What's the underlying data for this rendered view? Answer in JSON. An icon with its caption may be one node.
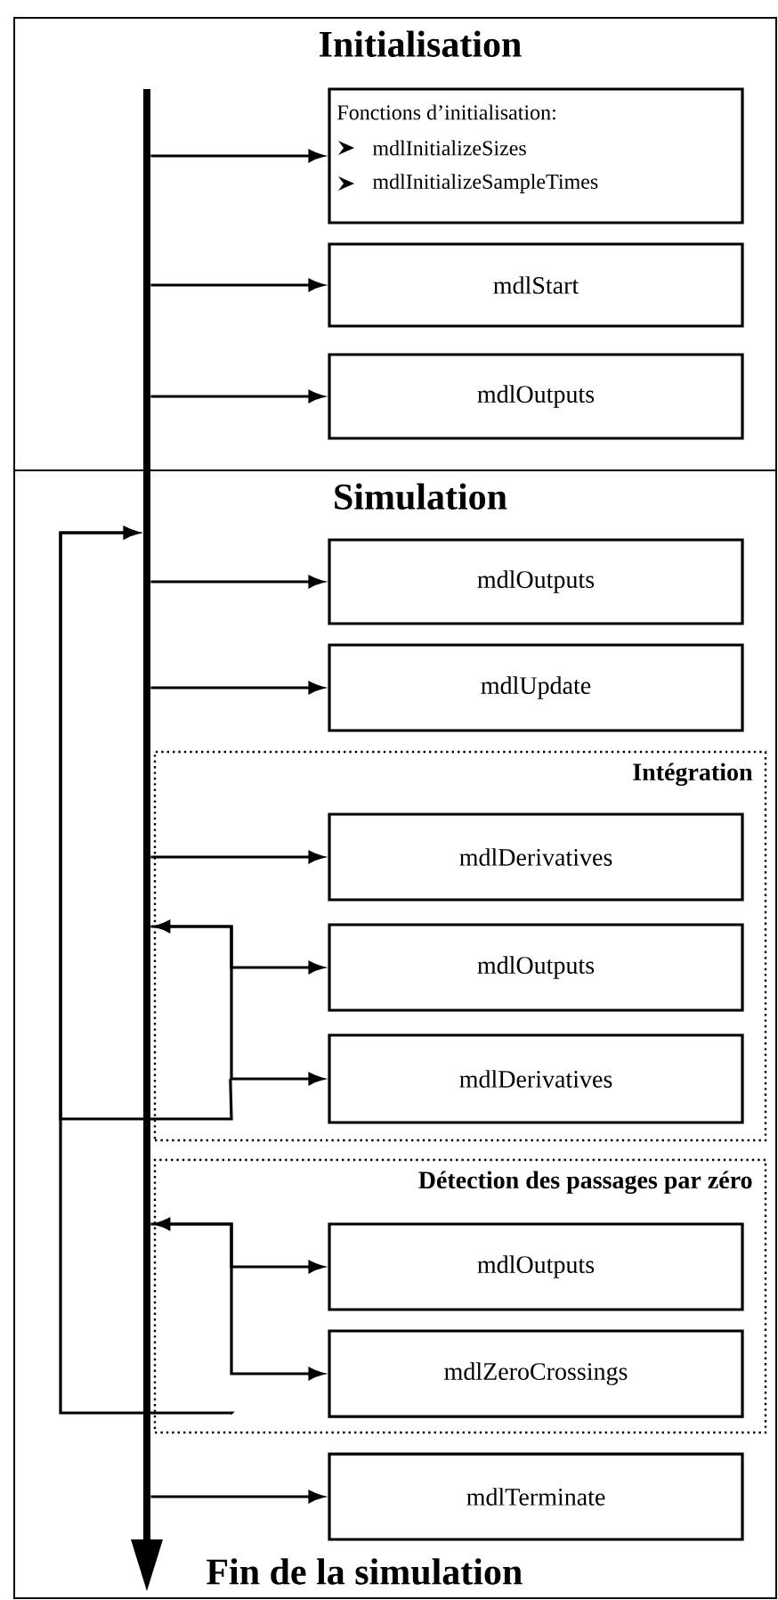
{
  "diagram": {
    "nodes": [
      {
        "text": [
          "Initialisation"
        ]
      },
      {
        "text": [
          "Fonctions d’initialisation:",
          "mdlInitializeSizes",
          "mdlInitializeSampleTimes"
        ],
        "in": 0
      },
      {
        "text": [
          "mdlStart"
        ],
        "in": 0
      },
      {
        "text": [
          "mdlOutputs"
        ],
        "in": 0
      },
      {
        "text": [
          "Simulation"
        ]
      },
      {
        "text": [
          "mdlOutputs"
        ],
        "in": 4
      },
      {
        "text": [
          "mdlUpdate"
        ],
        "in": 4
      },
      {
        "text": [
          "Intégration"
        ],
        "in": 4
      },
      {
        "text": [
          "mdlDerivatives"
        ],
        "in": 7
      },
      {
        "text": [
          "mdlOutputs"
        ],
        "in": 7
      },
      {
        "text": [
          "mdlDerivatives"
        ],
        "in": 7
      },
      {
        "text": [
          "Détection des passages par zéro"
        ],
        "in": 4
      },
      {
        "text": [
          "mdlOutputs"
        ],
        "in": 11
      },
      {
        "text": [
          "mdlZeroCrossings"
        ],
        "in": 11
      },
      {
        "text": [
          "mdlTerminate"
        ],
        "in": 4
      },
      {
        "text": [],
        "shape": "bar"
      }
    ],
    "edges": [
      {
        "from": 15,
        "to": 1,
        "arrow": "to"
      },
      {
        "from": 15,
        "to": 2,
        "arrow": "to"
      },
      {
        "from": 15,
        "to": 3,
        "arrow": "to"
      },
      {
        "from": 15,
        "to": 5,
        "arrow": "to"
      },
      {
        "from": 15,
        "to": 6,
        "arrow": "to"
      },
      {
        "from": 15,
        "to": 8,
        "arrow": "to"
      },
      {
        "from": 15,
        "to": 9,
        "arrow": "both"
      },
      {
        "from": 15,
        "to": 10,
        "arrow": "to"
      },
      {
        "from": 7,
        "to": 15,
        "arrow": "to"
      },
      {
        "from": 15,
        "to": 12,
        "arrow": "both"
      },
      {
        "from": 15,
        "to": 13,
        "arrow": "to"
      },
      {
        "from": 11,
        "to": 15,
        "arrow": "to"
      },
      {
        "from": 15,
        "to": 14,
        "arrow": "to"
      }
    ],
    "labels": [
      "Fin de la simulation"
    ]
  }
}
